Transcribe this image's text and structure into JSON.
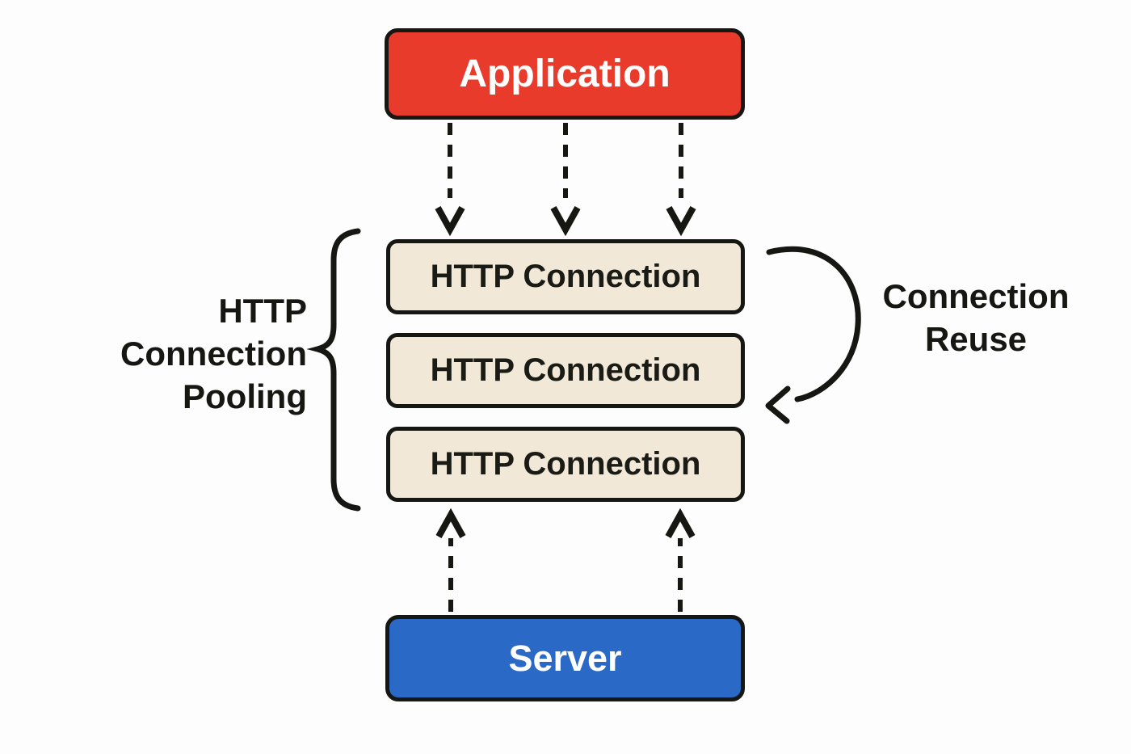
{
  "diagram": {
    "title": "HTTP Connection Pooling",
    "application_box": {
      "label": "Application",
      "bg_color": "#E93B2B",
      "text_color": "#FFFFFF"
    },
    "server_box": {
      "label": "Server",
      "bg_color": "#2A69C5",
      "text_color": "#FFFFFF"
    },
    "connection_boxes": [
      {
        "label": "HTTP Connection"
      },
      {
        "label": "HTTP Connection"
      },
      {
        "label": "HTTP Connection"
      }
    ],
    "connection_box_style": {
      "bg_color": "#F2E8D7",
      "text_color": "#1B1B16"
    },
    "pooling_label": {
      "line1": "HTTP",
      "line2": "Connection",
      "line3": "Pooling"
    },
    "reuse_label": {
      "line1": "Connection",
      "line2": "Reuse"
    },
    "stroke_color": "#161612",
    "background_color": "#FDFDFD",
    "arrows": {
      "app_to_pool_count": 3,
      "server_to_pool_count": 2,
      "style": "dashed",
      "reuse_arrow": "curved, from first connection box back to second connection box"
    }
  }
}
